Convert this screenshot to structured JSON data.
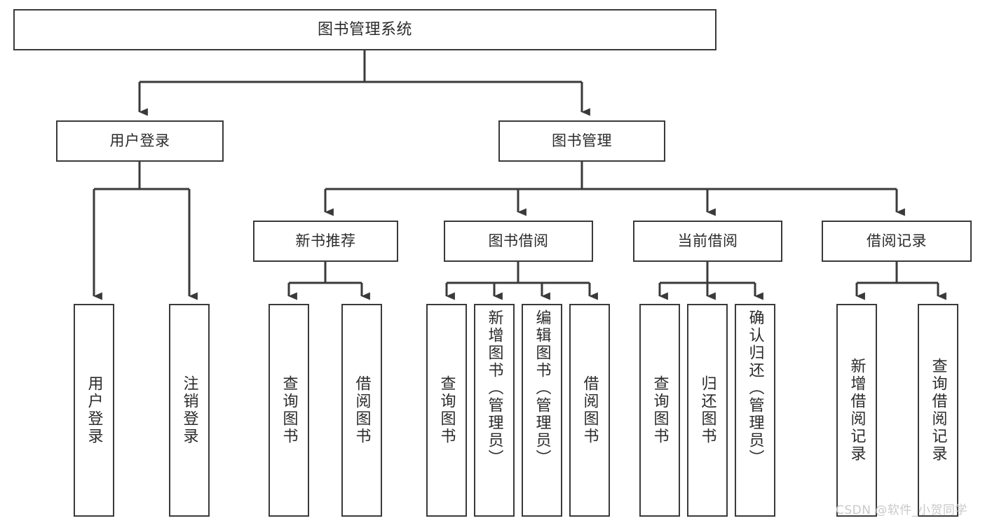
{
  "diagram": {
    "type": "tree-hierarchy",
    "title": "图书管理系统",
    "orientation": "top-down",
    "colors": {
      "box_border": "#3a3a3a",
      "box_fill": "#ffffff",
      "connector": "#3a3a3a",
      "text": "#2b2b2b",
      "watermark": "#c9c9c9"
    },
    "nodes": {
      "root": {
        "label": "图书管理系统"
      },
      "level2": [
        {
          "label": "用户登录"
        },
        {
          "label": "图书管理"
        }
      ],
      "level3": [
        {
          "label": "新书推荐"
        },
        {
          "label": "图书借阅"
        },
        {
          "label": "当前借阅"
        },
        {
          "label": "借阅记录"
        }
      ],
      "leaves": {
        "user_login": [
          {
            "label": "用户登录"
          },
          {
            "label": "注销登录"
          }
        ],
        "new_book_recommend": [
          {
            "label": "查询图书"
          },
          {
            "label": "借阅图书"
          }
        ],
        "book_borrow": [
          {
            "label": "查询图书"
          },
          {
            "label": "新增图书（管理员）"
          },
          {
            "label": "编辑图书（管理员）"
          },
          {
            "label": "借阅图书"
          }
        ],
        "current_borrow": [
          {
            "label": "查询图书"
          },
          {
            "label": "归还图书"
          },
          {
            "label": "确认归还（管理员）"
          }
        ],
        "borrow_record": [
          {
            "label": "新增借阅记录"
          },
          {
            "label": "查询借阅记录"
          }
        ]
      }
    },
    "watermark": "CSDN @软件_小贺同学"
  }
}
